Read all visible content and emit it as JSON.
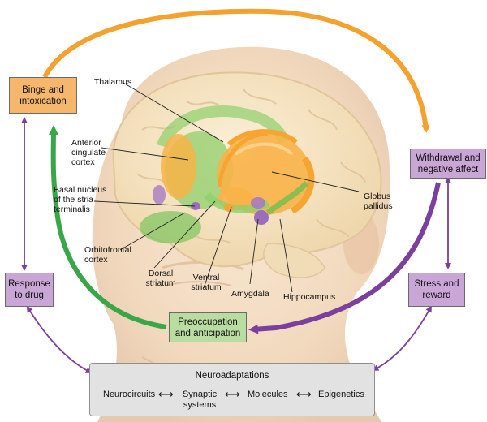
{
  "stages": {
    "binge": "Binge and intoxication",
    "withdrawal": "Withdrawal and negative affect",
    "preoccupation": "Preoccupation and anticipation"
  },
  "side_boxes": {
    "response": "Response to drug",
    "stress": "Stress and reward"
  },
  "brain_labels": {
    "thalamus": "Thalamus",
    "acc": "Anterior cingulate cortex",
    "bnst": "Basal nucleus of the stria terminalis",
    "ofc": "Orbitofrontal cortex",
    "dorsal_striatum": "Dorsal striatum",
    "ventral_striatum": "Ventral striatum",
    "amygdala": "Amygdala",
    "hippocampus": "Hippocampus",
    "globus_pallidus": "Globus pallidus"
  },
  "neuroadaptations": {
    "title": "Neuroadaptations",
    "items": [
      "Neurocircuits",
      "Synaptic systems",
      "Molecules",
      "Epigenetics"
    ],
    "connector": "⟷"
  },
  "colors": {
    "orange": "#f4a12e",
    "green": "#3aa64a",
    "purple": "#7b3f9e",
    "binge_fill": "#f5b76b",
    "purple_fill": "#c9a6d6",
    "green_fill": "#b9dca0"
  }
}
